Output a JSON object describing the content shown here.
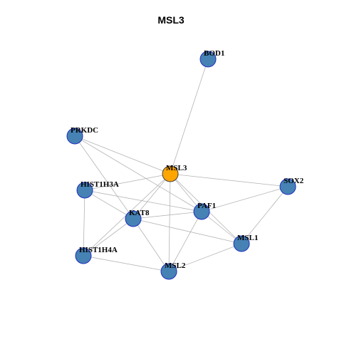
{
  "title": "MSL3",
  "colors": {
    "node_fill": "#4682b4",
    "node_stroke": "#1f2fbf",
    "center_fill": "#ffa500",
    "center_stroke": "#404040",
    "edge": "#b4b4b4"
  },
  "nodes": [
    {
      "id": "MSL3",
      "label": "MSL3",
      "center": true
    },
    {
      "id": "BOD1",
      "label": "BOD1"
    },
    {
      "id": "PRKDC",
      "label": "PRKDC"
    },
    {
      "id": "HIST1H3A",
      "label": "HIST1H3A"
    },
    {
      "id": "SOX2",
      "label": "SOX2"
    },
    {
      "id": "PAF1",
      "label": "PAF1"
    },
    {
      "id": "KAT8",
      "label": "KAT8"
    },
    {
      "id": "MSL1",
      "label": "MSL1"
    },
    {
      "id": "HIST1H4A",
      "label": "HIST1H4A"
    },
    {
      "id": "MSL2",
      "label": "MSL2"
    }
  ],
  "edges": [
    [
      "MSL3",
      "BOD1"
    ],
    [
      "MSL3",
      "PRKDC"
    ],
    [
      "MSL3",
      "HIST1H3A"
    ],
    [
      "MSL3",
      "SOX2"
    ],
    [
      "MSL3",
      "PAF1"
    ],
    [
      "MSL3",
      "KAT8"
    ],
    [
      "MSL3",
      "MSL1"
    ],
    [
      "MSL3",
      "HIST1H4A"
    ],
    [
      "MSL3",
      "MSL2"
    ],
    [
      "PRKDC",
      "KAT8"
    ],
    [
      "PRKDC",
      "PAF1"
    ],
    [
      "HIST1H3A",
      "KAT8"
    ],
    [
      "HIST1H3A",
      "PAF1"
    ],
    [
      "HIST1H3A",
      "HIST1H4A"
    ],
    [
      "SOX2",
      "PAF1"
    ],
    [
      "SOX2",
      "MSL1"
    ],
    [
      "PAF1",
      "KAT8"
    ],
    [
      "PAF1",
      "MSL1"
    ],
    [
      "PAF1",
      "MSL2"
    ],
    [
      "KAT8",
      "MSL1"
    ],
    [
      "KAT8",
      "HIST1H4A"
    ],
    [
      "KAT8",
      "MSL2"
    ],
    [
      "MSL1",
      "MSL2"
    ],
    [
      "HIST1H4A",
      "MSL2"
    ]
  ]
}
